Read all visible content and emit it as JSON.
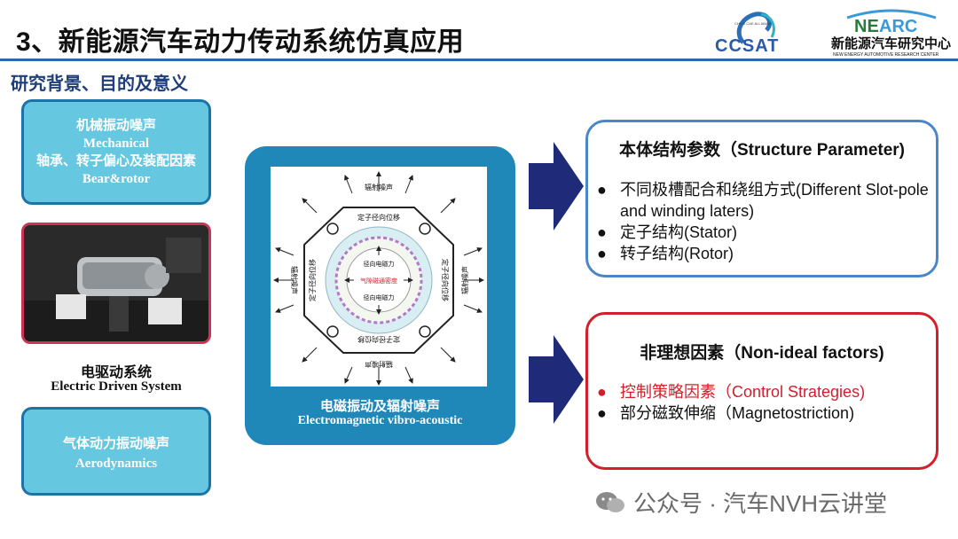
{
  "header": {
    "title": "3、新能源汽车动力传动系统仿真应用",
    "subtitle": "研究背景、目的及意义"
  },
  "logos": {
    "ccsat": {
      "text": "CCSAT",
      "small_text": "CHINA CAE ALLIANCE"
    },
    "nearc": {
      "text": "NEARC",
      "cn": "新能源汽车研究中心",
      "en": "NEW ENERGY AUTOMOTIVE RESEARCH CENTER"
    }
  },
  "left": {
    "mechanical": {
      "cn": "机械振动噪声",
      "en": "Mechanical",
      "desc_cn": "轴承、转子偏心及装配因素",
      "desc_en": "Bear&rotor"
    },
    "system": {
      "cn": "电驱动系统",
      "en": "Electric Driven System"
    },
    "aero": {
      "cn": "气体动力振动噪声",
      "en": "Aerodynamics"
    }
  },
  "center": {
    "cn": "电磁振动及辐射噪声",
    "en": "Electromagnetic vibro-acoustic",
    "diagram": {
      "top": "辐射噪声",
      "bottom": "辐射噪声",
      "left": "辐射噪声",
      "right": "辐射噪声",
      "stator_top": "定子径向位移",
      "stator_bottom": "定子径向位移",
      "stator_left": "定子径向位移",
      "stator_right": "定子径向位移",
      "force_top": "径向电磁力",
      "force_bottom": "径向电磁力",
      "airgap": "气隙磁通密度"
    }
  },
  "right": {
    "structure": {
      "title": "本体结构参数（Structure Parameter)",
      "items": [
        "不同极槽配合和绕组方式(Different Slot-pole and winding laters)",
        "定子结构(Stator)",
        "转子结构(Rotor)"
      ]
    },
    "nonideal": {
      "title": "非理想因素（Non-ideal factors)",
      "items": [
        "控制策略因素（Control Strategies)",
        "部分磁致伸缩（Magnetostriction)"
      ]
    }
  },
  "watermark": "公众号 · 汽车NVH云讲堂",
  "colors": {
    "accent_blue": "#1f88b8",
    "light_blue": "#66c7e0",
    "red": "#d21f2b",
    "navy_arrow": "#1f2a78"
  }
}
